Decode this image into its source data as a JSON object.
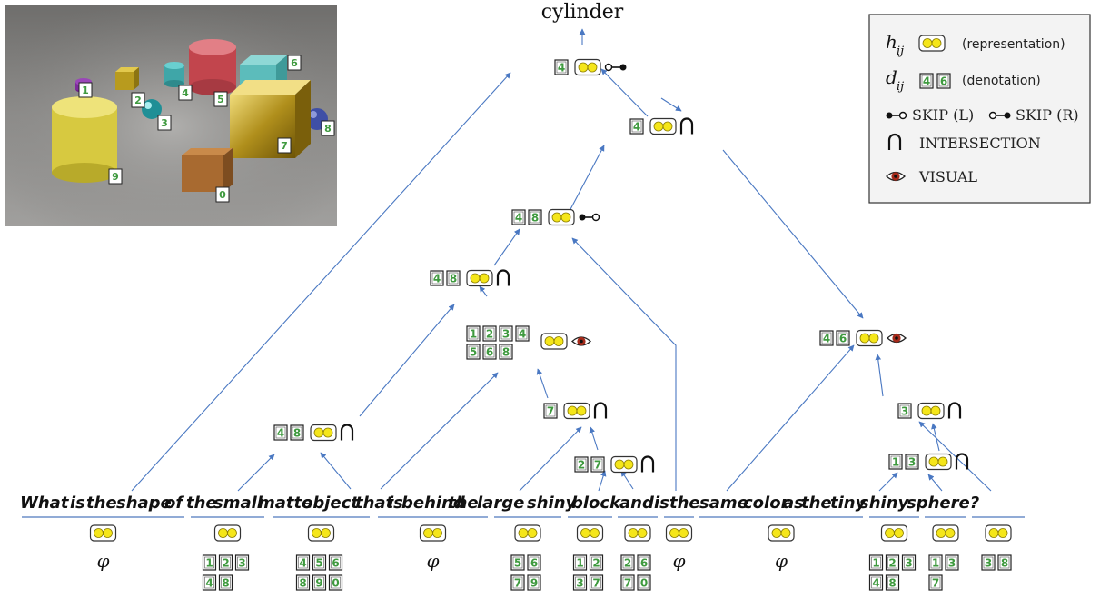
{
  "root_label": "cylinder",
  "question": [
    "What",
    "is",
    "the",
    "shape",
    "of",
    "the",
    "small",
    "matte",
    "object",
    "that",
    "is",
    "behind",
    "the",
    "large",
    "shiny",
    "block",
    "and",
    "is",
    "the",
    "same",
    "color",
    "as",
    "the",
    "tiny",
    "shiny",
    "sphere?"
  ],
  "phi": "φ",
  "legend": {
    "h_symbol": "h",
    "h_sub": "ij",
    "h_text": "(representation)",
    "d_symbol": "d",
    "d_sub": "ij",
    "d_text": "(denotation)",
    "d_example": [
      "4",
      "6"
    ],
    "skip_l": "SKIP (L)",
    "skip_r": "SKIP (R)",
    "intersection": "INTERSECTION",
    "visual": "VISUAL"
  },
  "scene_labels": [
    "1",
    "2",
    "3",
    "4",
    "5",
    "6",
    "7",
    "8",
    "9",
    "0"
  ],
  "leaves": [
    {
      "deno": [],
      "phi": true
    },
    {
      "deno": [
        [
          "1",
          "2",
          "3"
        ],
        [
          "4",
          "8"
        ]
      ],
      "phi": false
    },
    {
      "deno": [
        [
          "4",
          "5",
          "6"
        ],
        [
          "8",
          "9",
          "0"
        ]
      ],
      "phi": false
    },
    {
      "deno": [],
      "phi": true
    },
    {
      "deno": [
        [
          "5",
          "6"
        ],
        [
          "7",
          "9"
        ]
      ],
      "phi": false
    },
    {
      "deno": [
        [
          "1",
          "2"
        ],
        [
          "3",
          "7"
        ]
      ],
      "phi": false
    },
    {
      "deno": [
        [
          "2",
          "6"
        ],
        [
          "7",
          "0"
        ]
      ],
      "phi": false
    },
    {
      "deno": [],
      "phi": true
    },
    {
      "deno": [],
      "phi": true
    },
    {
      "deno": [
        [
          "1",
          "2",
          "3"
        ],
        [
          "4",
          "8"
        ]
      ],
      "phi": false
    },
    {
      "deno": [
        [
          "1",
          "3"
        ],
        [
          "7"
        ]
      ],
      "phi": false
    },
    {
      "deno": [
        [
          "3",
          "8"
        ]
      ],
      "phi": false
    }
  ],
  "nodes": [
    {
      "deno": [
        [
          "4"
        ]
      ],
      "op": "skip_r"
    },
    {
      "deno": [
        [
          "4"
        ]
      ],
      "op": "intersection"
    },
    {
      "deno": [
        [
          "4",
          "8"
        ]
      ],
      "op": "skip_l"
    },
    {
      "deno": [
        [
          "4",
          "8"
        ]
      ],
      "op": "intersection"
    },
    {
      "deno": [
        [
          "1",
          "2",
          "3",
          "4"
        ],
        [
          "5",
          "6",
          "8"
        ]
      ],
      "op": "visual"
    },
    {
      "deno": [
        [
          "4",
          "6"
        ]
      ],
      "op": "visual"
    },
    {
      "deno": [
        [
          "4",
          "8"
        ]
      ],
      "op": "intersection"
    },
    {
      "deno": [
        [
          "7"
        ]
      ],
      "op": "intersection"
    },
    {
      "deno": [
        [
          "3"
        ]
      ],
      "op": "intersection"
    },
    {
      "deno": [
        [
          "2",
          "7"
        ]
      ],
      "op": "intersection"
    },
    {
      "deno": [
        [
          "1",
          "3"
        ]
      ],
      "op": "intersection"
    }
  ],
  "colors": {
    "arrow": "#4a78c2",
    "deno_text": "#3f9a3f",
    "dot": "#f5e61a",
    "underline": "#6d8fc9"
  }
}
